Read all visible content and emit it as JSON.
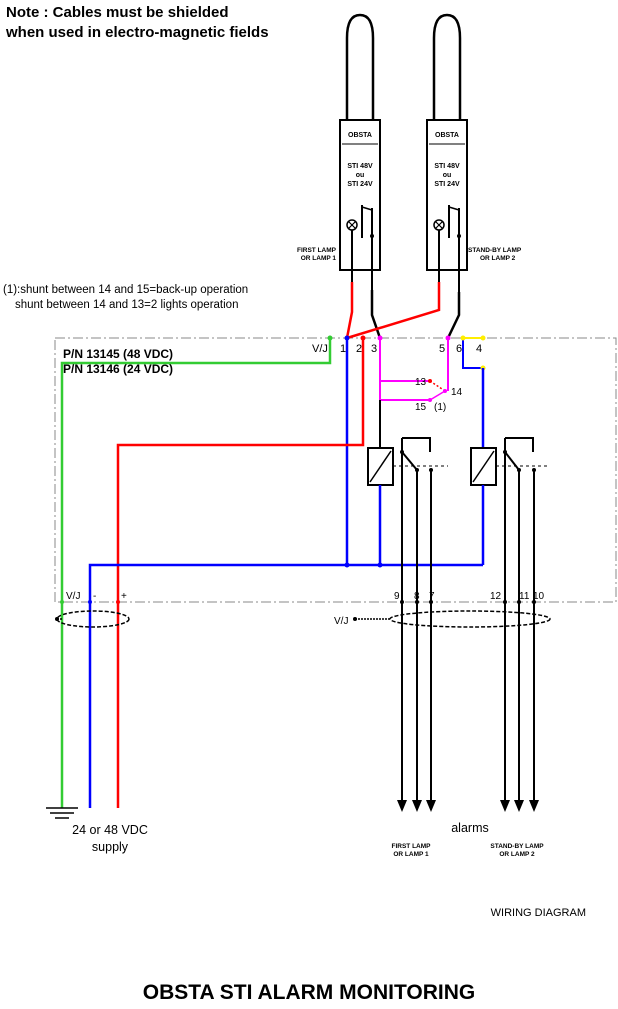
{
  "note": {
    "line1": "Note : Cables must be shielded",
    "line2": "when used in electro-magnetic fields"
  },
  "lamps": [
    {
      "brand": "OBSTA",
      "model1": "STI 48V",
      "ou": "ou",
      "model2": "STI 24V",
      "caption1": "FIRST LAMP",
      "caption2": "OR LAMP 1"
    },
    {
      "brand": "OBSTA",
      "model1": "STI 48V",
      "ou": "ou",
      "model2": "STI 24V",
      "caption1": "STAND-BY LAMP",
      "caption2": "OR LAMP 2"
    }
  ],
  "shunt_note": {
    "line1": "(1):shunt between 14 and 15=back-up operation",
    "line2": "shunt between 14 and 13=2 lights operation"
  },
  "module": {
    "pn1": "P/N 13145 (48 VDC)",
    "pn2": "P/N 13146 (24 VDC)",
    "terminals_top": [
      "V/J",
      "1",
      "2",
      "3",
      "5",
      "6",
      "4"
    ],
    "shunt_terms": [
      "13",
      "14",
      "15",
      "(1)"
    ],
    "terminals_bottom": [
      "V/J",
      "-",
      "+",
      "9",
      "8",
      "7",
      "12",
      "11",
      "10"
    ]
  },
  "shield_label": "V/J",
  "supply": {
    "line1": "24 or 48 VDC",
    "line2": "supply"
  },
  "alarms": {
    "label": "alarms",
    "group1_line1": "FIRST LAMP",
    "group1_line2": "OR LAMP 1",
    "group2_line1": "STAND-BY LAMP",
    "group2_line2": "OR LAMP 2"
  },
  "diagram_caption": "WIRING DIAGRAM",
  "title": "OBSTA STI ALARM MONITORING",
  "colors": {
    "red": "#ff0000",
    "blue": "#0000ff",
    "green": "#33cc33",
    "magenta": "#ff00ff",
    "yellow": "#ffee00",
    "black": "#000000",
    "frame": "#888888"
  }
}
